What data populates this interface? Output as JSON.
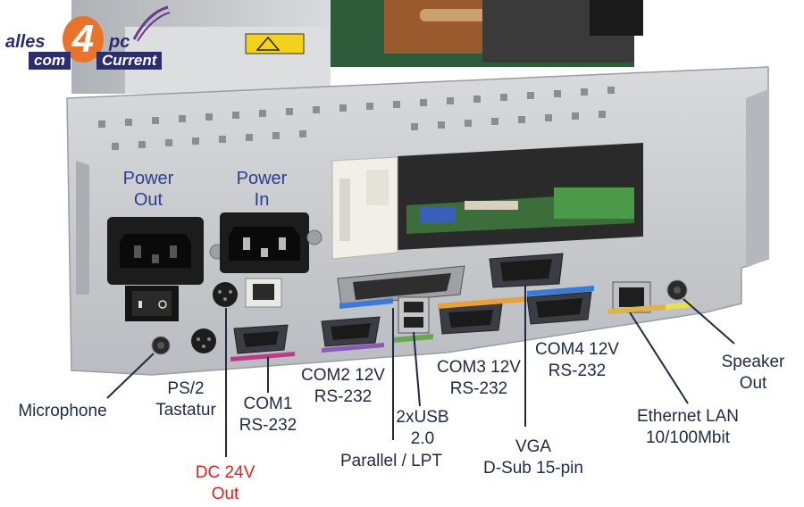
{
  "logo": {
    "word1": "alles",
    "digit": "4",
    "word2": "pc",
    "word3": "com",
    "word4": "Current",
    "colors": {
      "orange": "#e8732a",
      "navy": "#2b2d6e",
      "purple": "#6b3b8c"
    }
  },
  "labels": {
    "power_out": [
      "Power",
      "Out"
    ],
    "power_in": [
      "Power",
      "In"
    ],
    "microphone": "Microphone",
    "ps2": [
      "PS/2",
      "Tastatur"
    ],
    "com1": [
      "COM1",
      "RS-232"
    ],
    "dc24v": [
      "DC 24V",
      "Out"
    ],
    "com2": [
      "COM2 12V",
      "RS-232"
    ],
    "usb": [
      "2xUSB",
      "2.0"
    ],
    "parallel": "Parallel / LPT",
    "com3": [
      "COM3 12V",
      "RS-232"
    ],
    "com4": [
      "COM4 12V",
      "RS-232"
    ],
    "vga": [
      "VGA",
      "D-Sub 15-pin"
    ],
    "ethernet": [
      "Ethernet LAN",
      "10/100Mbit"
    ],
    "speaker": [
      "Speaker",
      "Out"
    ]
  },
  "colors": {
    "label_text": "#1f2a44",
    "label_red": "#e0201a",
    "pointer": "#1f2a44",
    "chassis": "#c9ccd0",
    "port_black": "#141414"
  }
}
